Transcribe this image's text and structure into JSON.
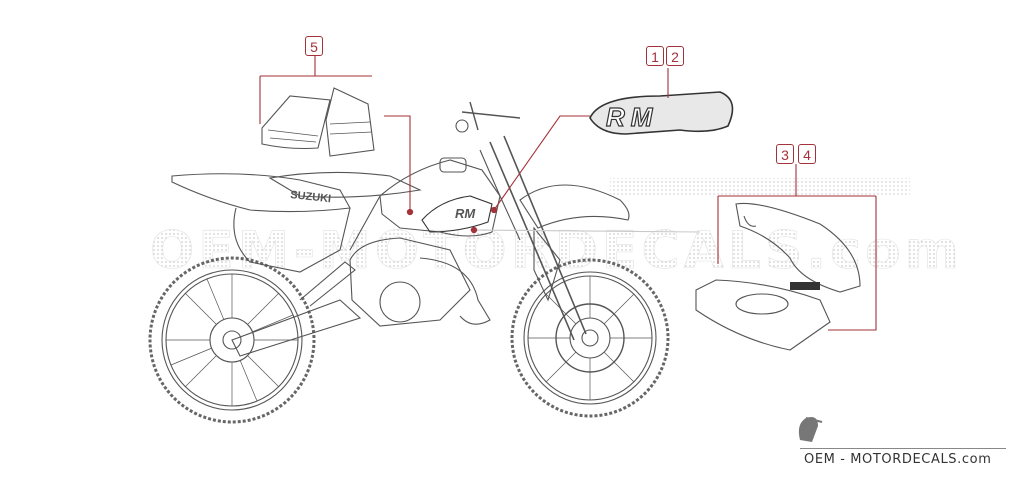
{
  "callouts": {
    "c5": "5",
    "c1": "1",
    "c2": "2",
    "c3": "3",
    "c4": "4"
  },
  "decals": {
    "tank_brand_text": "SUZUKI",
    "rm_logo_text": "RM"
  },
  "watermark": {
    "text": "OEM-MOTORDECALS.com"
  },
  "brand": {
    "text": "OEM - MOTORDECALS.com"
  },
  "colors": {
    "callout": "#a3323a",
    "line": "#444444",
    "watermark": "#d9d9d9"
  }
}
